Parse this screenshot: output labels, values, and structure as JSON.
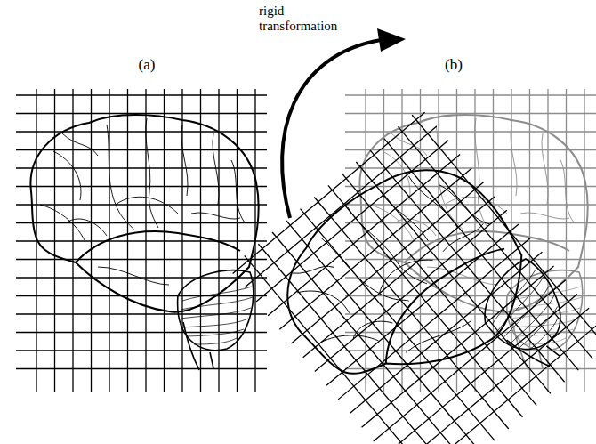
{
  "diagram": {
    "labels": [
      "rigid transformation",
      "(a)",
      "(b)"
    ]
  }
}
